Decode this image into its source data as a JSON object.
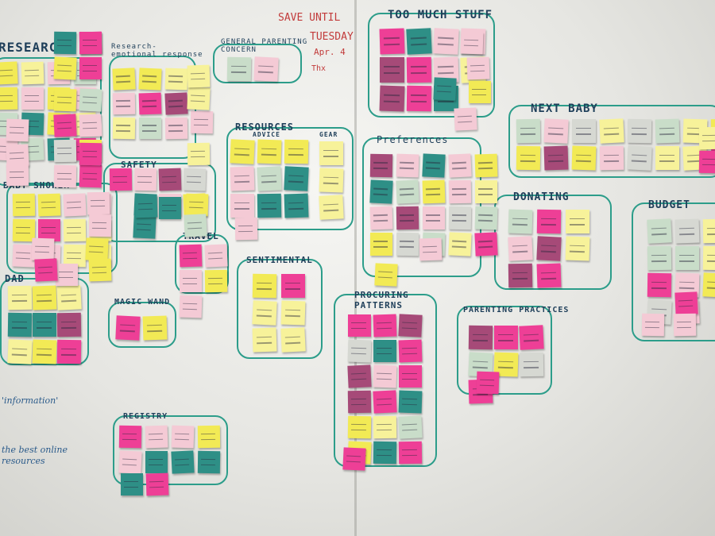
{
  "colors": {
    "wall": "#eeeeea",
    "marker_teal": "#2c9d8a",
    "marker_navy": "#1f3f5a",
    "marker_red": "#c23b3b",
    "sticky_pink": "#ee3f96",
    "sticky_yellow": "#f2ea55",
    "sticky_light_yellow": "#f7f29a",
    "sticky_teal": "#2e8f86",
    "sticky_light_pink": "#f4cad5",
    "sticky_mint": "#c9ddc9",
    "sticky_magenta": "#a64a78",
    "sticky_gray": "#d6d8d2"
  },
  "labels": {
    "research": "RESEARCH",
    "research_emotional": "Research-\nemotional response",
    "general_parenting": "GENERAL PARENTING\nCONCERN",
    "too_much_stuff": "TOO MUCH STUFF",
    "next_baby": "NEXT BABY",
    "resources": "RESOURCES",
    "advice": "ADVICE",
    "gear": "GEAR",
    "preferences": "Preferences",
    "safety": "SAFETY",
    "baby_shower": "BABY SHOWER",
    "donating": "DONATING",
    "budget": "BUDGET",
    "travel": "TRAVEL",
    "sentimental": "SENTIMENTAL",
    "dad": "DAD",
    "magic_wand": "MAGIC WAND",
    "procuring_patterns": "PROCURING\nPATTERNS",
    "parenting_practices": "PARENTING PRACTICES",
    "registry": "REGISTRY"
  },
  "reminder": {
    "line1": "SAVE UNTIL",
    "line2": "TUESDAY",
    "line3": "Apr. 4",
    "line4": "Thx"
  },
  "scribbles": {
    "info": "'information'",
    "best": "the best online\nresources"
  }
}
